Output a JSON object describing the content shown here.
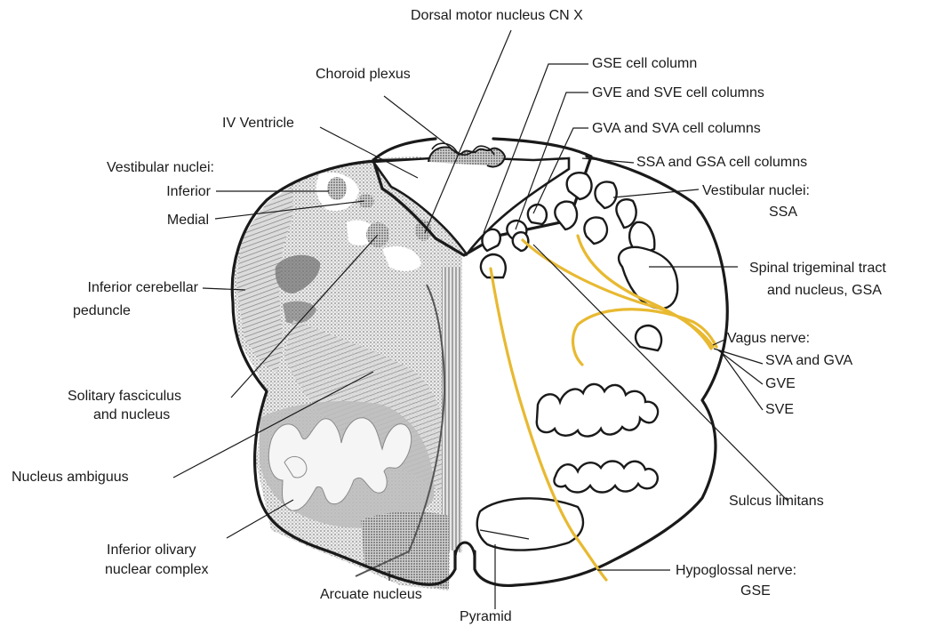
{
  "labels": {
    "dorsal_motor": "Dorsal motor nucleus CN X",
    "choroid": "Choroid plexus",
    "iv_ventricle": "IV Ventricle",
    "vestibular_left_title": "Vestibular nuclei:",
    "inferior": "Inferior",
    "medial": "Medial",
    "icp_1": "Inferior cerebellar",
    "icp_2": "peduncle",
    "solitary_1": "Solitary fasciculus",
    "solitary_2": "and nucleus",
    "ambiguus": "Nucleus ambiguus",
    "olivary_1": "Inferior olivary",
    "olivary_2": "nuclear complex",
    "arcuate": "Arcuate nucleus",
    "pyramid": "Pyramid",
    "gse_col": "GSE cell column",
    "gve_sve": "GVE and SVE cell columns",
    "gva_sva": "GVA and SVA cell columns",
    "ssa_gsa": "SSA and GSA cell columns",
    "vest_right_1": "Vestibular nuclei:",
    "vest_right_2": "SSA",
    "trig_1": "Spinal trigeminal tract",
    "trig_2": "and nucleus, GSA",
    "vagus_title": "Vagus nerve:",
    "sva_gva": "SVA and GVA",
    "gve": "GVE",
    "sve": "SVE",
    "sulcus": "Sulcus limitans",
    "hypo_1": "Hypoglossal nerve:",
    "hypo_2": "GSE"
  },
  "colors": {
    "outline": "#1a1a1a",
    "nerve": "#e8b931",
    "stipple": "#b9b9b9",
    "olive": "#e4e4e4"
  }
}
